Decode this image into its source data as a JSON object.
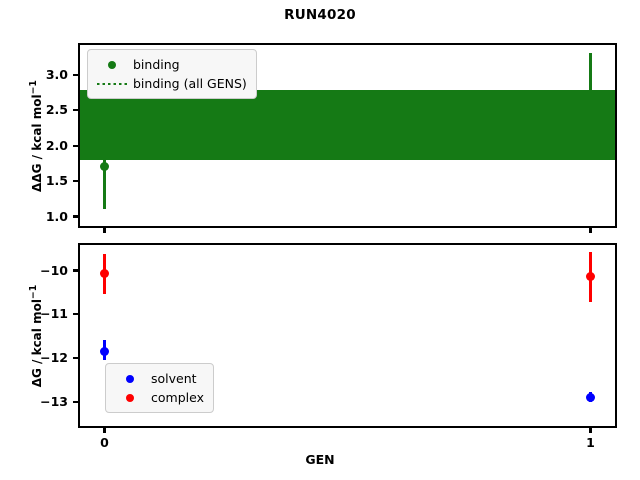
{
  "figure": {
    "title": "RUN4020",
    "xlabel": "GEN",
    "background": "#ffffff"
  },
  "colors": {
    "binding": "#157a15",
    "solvent": "#0000ff",
    "complex": "#ff0000",
    "axis": "#000000"
  },
  "top_panel": {
    "ylabel_main": "ΔΔG / kcal mol",
    "ylabel_sup": "−1",
    "ytick_labels": [
      "3.0",
      "2.5",
      "2.0",
      "1.5",
      "1.0"
    ],
    "legend": [
      {
        "label": "binding",
        "key": "circle-marker",
        "color": "#157a15"
      },
      {
        "label": "binding (all GENS)",
        "key": "dotted-line",
        "color": "#157a15"
      }
    ]
  },
  "bottom_panel": {
    "ylabel_main": "ΔG / kcal mol",
    "ylabel_sup": "−1",
    "ytick_labels": [
      "−10",
      "−11",
      "−12",
      "−13"
    ],
    "legend": [
      {
        "label": "solvent",
        "key": "circle-marker",
        "color": "#0000ff"
      },
      {
        "label": "complex",
        "key": "circle-marker",
        "color": "#ff0000"
      }
    ]
  },
  "xaxis": {
    "tick_labels": [
      "0",
      "1"
    ],
    "tick_values": [
      0,
      1
    ]
  },
  "chart_data": [
    {
      "type": "scatter",
      "panel": "top",
      "title": "RUN4020",
      "xlabel": "GEN",
      "ylabel": "ΔΔG / kcal mol⁻¹",
      "xlim": [
        -0.05,
        1.05
      ],
      "ylim": [
        0.87,
        3.42
      ],
      "yticks": [
        1.0,
        1.5,
        2.0,
        2.5,
        3.0
      ],
      "xticks": [
        0,
        1
      ],
      "grid": false,
      "legend_position": "upper left",
      "series": [
        {
          "name": "binding",
          "color": "#157a15",
          "marker": "o",
          "x": [
            0,
            1
          ],
          "y": [
            1.71,
            2.67
          ],
          "yerr_low": [
            1.11,
            1.85
          ],
          "yerr_high": [
            2.3,
            3.3
          ]
        },
        {
          "name": "binding (all GENS)",
          "color": "#157a15",
          "linestyle": "dotted",
          "type": "band",
          "value": 2.29,
          "band_low": 1.79,
          "band_high": 2.79
        }
      ]
    },
    {
      "type": "scatter",
      "panel": "bottom",
      "xlabel": "GEN",
      "ylabel": "ΔG / kcal mol⁻¹",
      "xlim": [
        -0.05,
        1.05
      ],
      "ylim": [
        -13.55,
        -9.42
      ],
      "yticks": [
        -13,
        -12,
        -11,
        -10
      ],
      "xticks": [
        0,
        1
      ],
      "grid": false,
      "legend_position": "lower left",
      "series": [
        {
          "name": "solvent",
          "color": "#0000ff",
          "marker": "o",
          "x": [
            0,
            1
          ],
          "y": [
            -11.85,
            -12.9
          ],
          "yerr_low": [
            -12.05,
            -13.02
          ],
          "yerr_high": [
            -11.6,
            -12.78
          ]
        },
        {
          "name": "complex",
          "color": "#ff0000",
          "marker": "o",
          "x": [
            0,
            1
          ],
          "y": [
            -10.08,
            -10.15
          ],
          "yerr_low": [
            -10.55,
            -10.72
          ],
          "yerr_high": [
            -9.62,
            -9.58
          ]
        }
      ]
    }
  ]
}
